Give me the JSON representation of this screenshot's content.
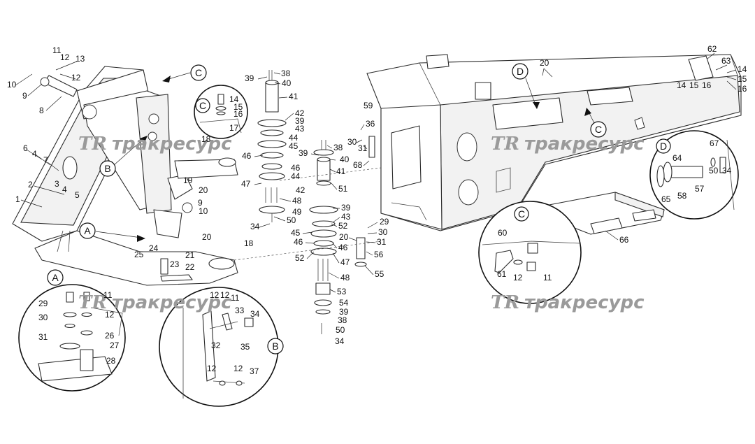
{
  "watermark": {
    "logo": "TR",
    "text": "тракресурс"
  },
  "detail_views": {
    "A": {
      "letter": "A",
      "labels": [
        "29",
        "11",
        "30",
        "12",
        "31",
        "26",
        "27",
        "28"
      ]
    },
    "B": {
      "letter": "B",
      "labels": [
        "12",
        "12",
        "11",
        "33",
        "34",
        "32",
        "35",
        "12",
        "12",
        "37"
      ]
    },
    "C_small": {
      "letter": "C",
      "labels": [
        "14",
        "15",
        "16",
        "17"
      ]
    },
    "C_large": {
      "letter": "C",
      "labels": [
        "60",
        "12",
        "11",
        "61"
      ]
    },
    "D": {
      "letter": "D",
      "labels": [
        "67",
        "64",
        "50",
        "34",
        "58",
        "57",
        "65"
      ]
    }
  },
  "callouts": {
    "C_top": "C",
    "B_left": "B",
    "A_left": "A",
    "D_right": "D",
    "C_right": "C"
  },
  "part_labels": {
    "l11a": "11",
    "l12a": "12",
    "l13": "13",
    "l12b": "12",
    "l10a": "10",
    "l9a": "9",
    "l8": "8",
    "l6": "6",
    "l4a": "4",
    "l7": "7",
    "l3": "3",
    "l4b": "4",
    "l5": "5",
    "l2": "2",
    "l1": "1",
    "l18a": "18",
    "l19": "19",
    "l20a": "20",
    "l9b": "9",
    "l10b": "10",
    "l25": "25",
    "l24": "24",
    "l23": "23",
    "l21": "21",
    "l22": "22",
    "l20b": "20",
    "l18b": "18",
    "l39a": "39",
    "l38a": "38",
    "l40a": "40",
    "l41a": "41",
    "l42a": "42",
    "l39b": "39",
    "l43a": "43",
    "l44a": "44",
    "l45a": "45",
    "l46a": "46",
    "l46b": "46",
    "l44b": "44",
    "l47a": "47",
    "l48a": "48",
    "l49": "49",
    "l50a": "50",
    "l34a": "34",
    "l38b": "38",
    "l39c": "39",
    "l40b": "40",
    "l41b": "41",
    "l51": "51",
    "l42b": "42",
    "l39d": "39",
    "l43b": "43",
    "l45b": "45",
    "l52a": "52",
    "l46c": "46",
    "l46d": "46",
    "l52b": "52",
    "l47b": "47",
    "l48b": "48",
    "l53": "53",
    "l54": "54",
    "l39e": "39",
    "l38c": "38",
    "l50b": "50",
    "l34b": "34",
    "l36": "36",
    "l30a": "30",
    "l31a": "31",
    "l68": "68",
    "l29": "29",
    "l30b": "30",
    "l20c": "20",
    "l31b": "31",
    "l56": "56",
    "l55": "55",
    "l59": "59",
    "l20d": "20",
    "l62": "62",
    "l63": "63",
    "l14": "14",
    "l15a": "15",
    "l16a": "16",
    "l14b": "14",
    "l15b": "15",
    "l16b": "16",
    "l66": "66"
  }
}
